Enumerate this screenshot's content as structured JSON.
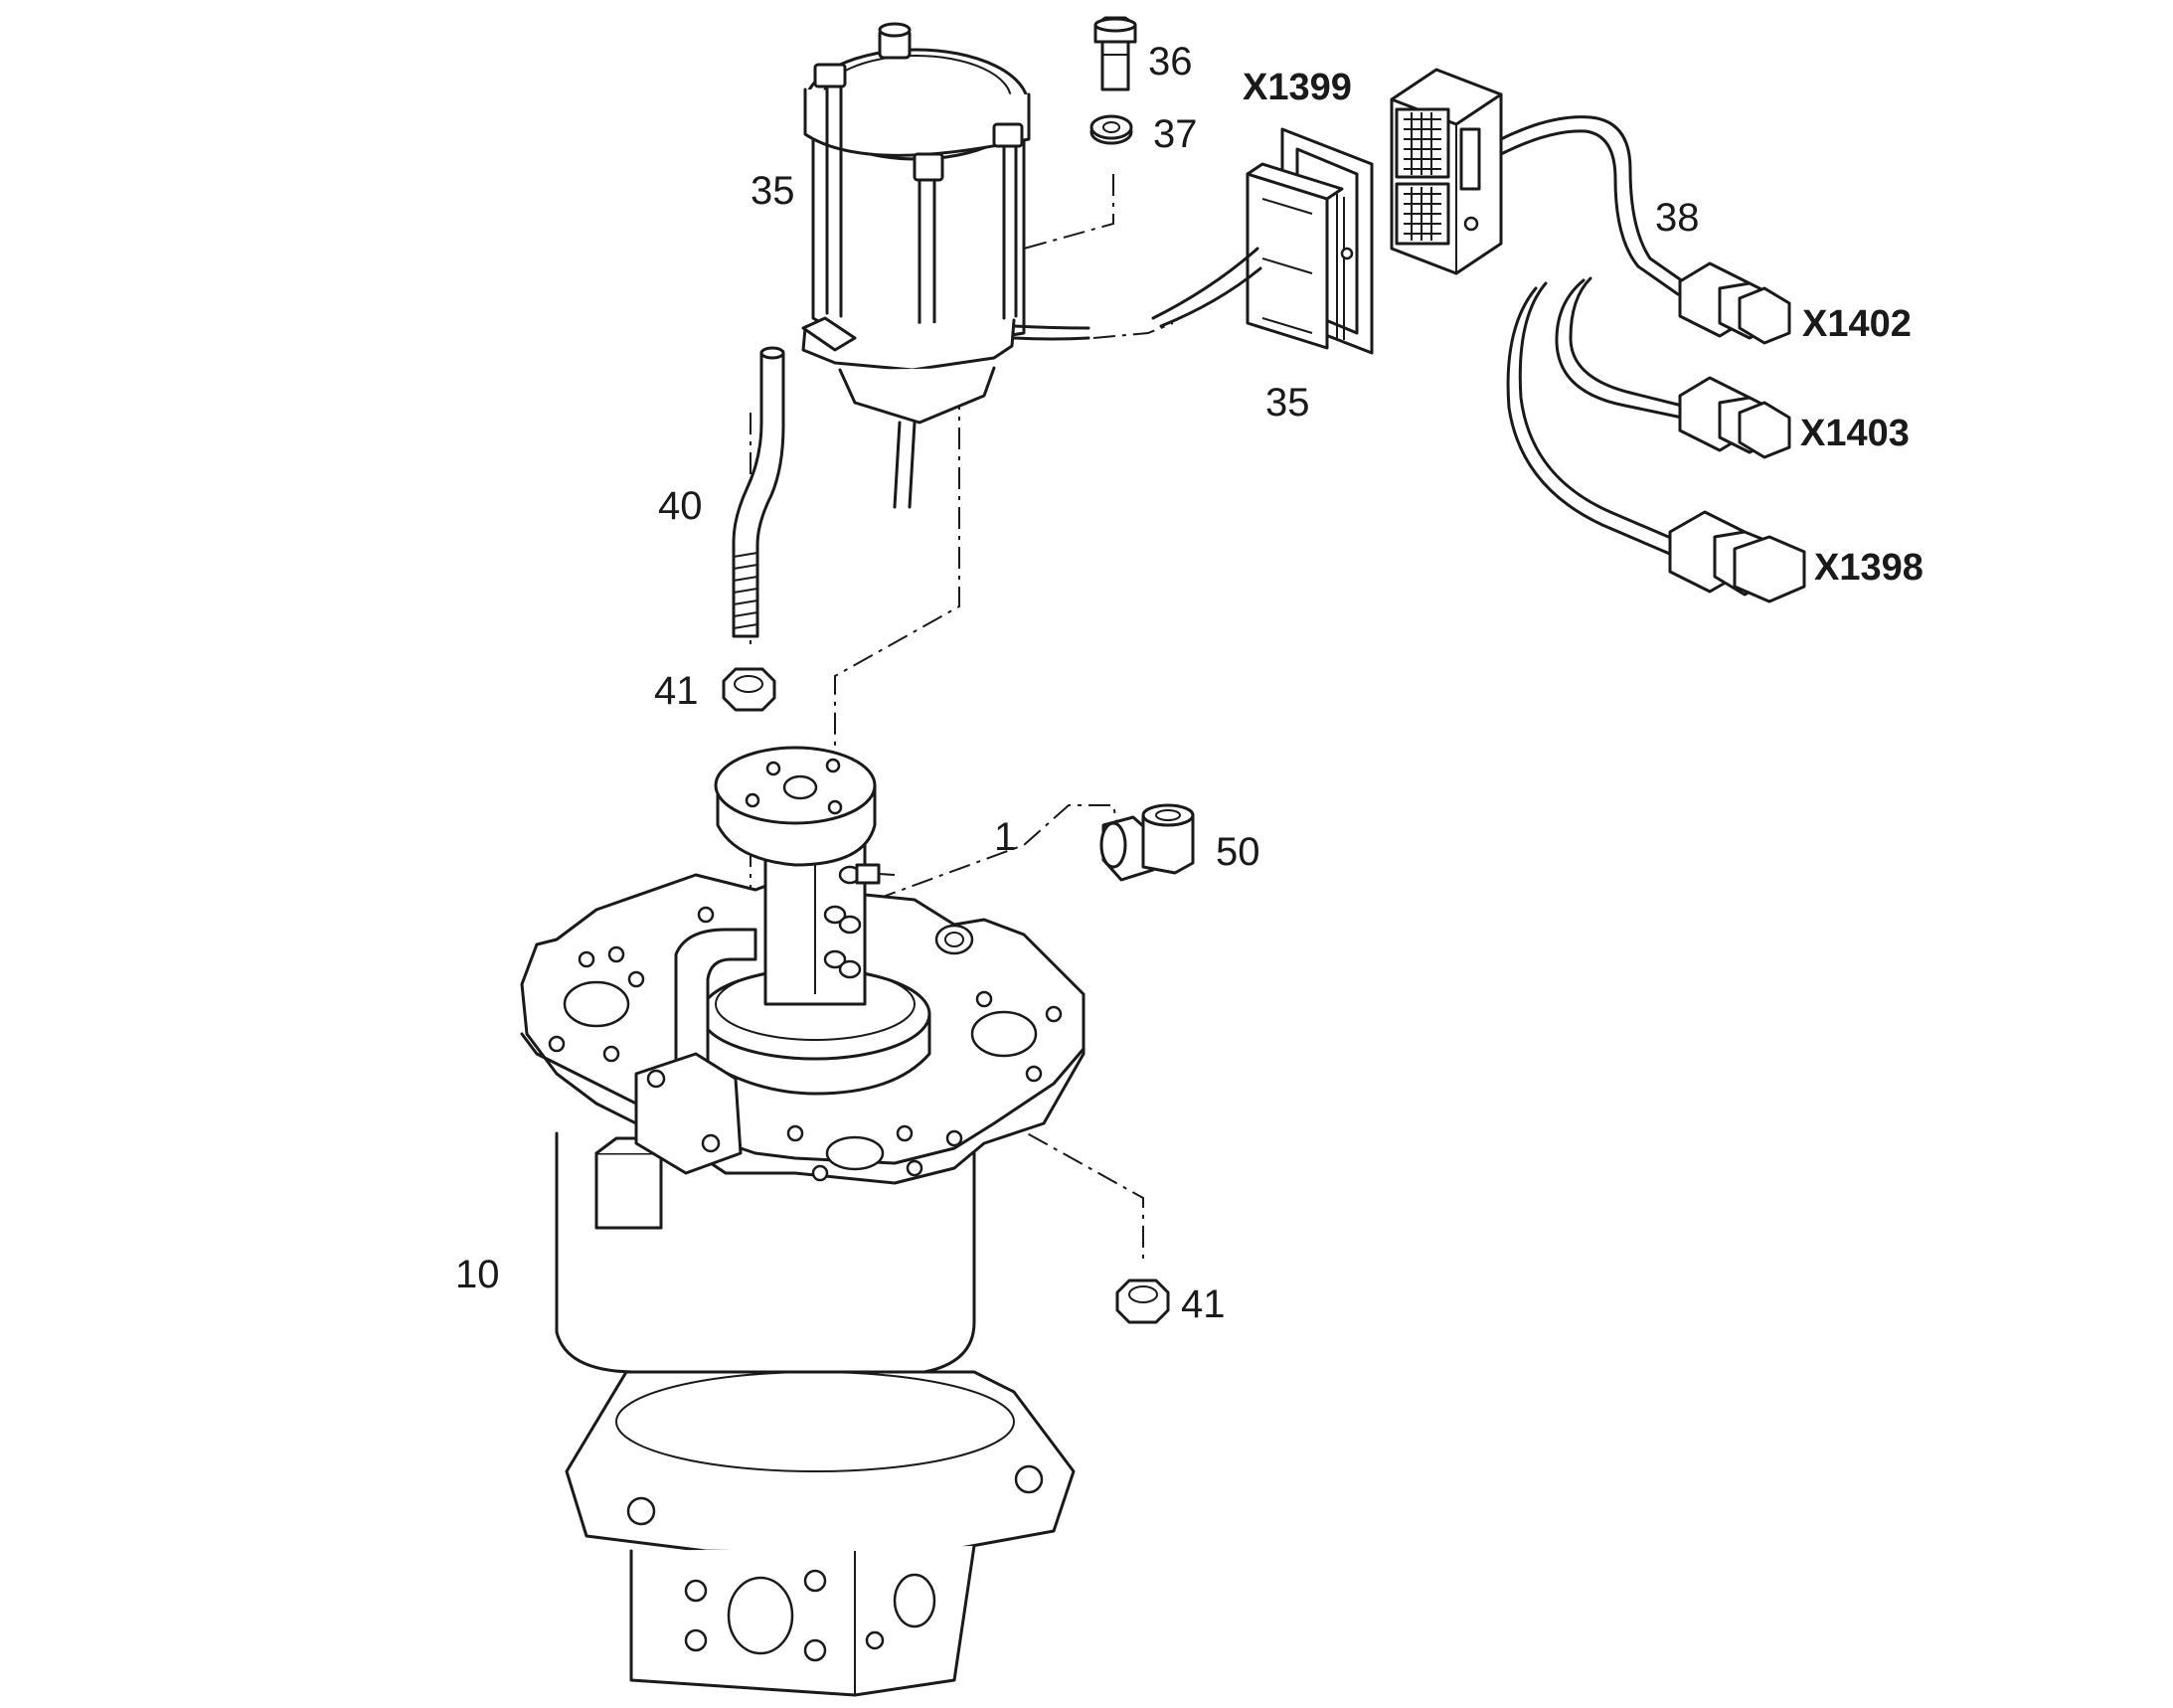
{
  "callouts": {
    "c1": "1",
    "c10": "10",
    "c35_actuator": "35",
    "c35_connector": "35",
    "c36": "36",
    "c37": "37",
    "c38": "38",
    "c40": "40",
    "c41_top": "41",
    "c41_bottom": "41",
    "c50": "50"
  },
  "connectors": {
    "x1399": "X1399",
    "x1402": "X1402",
    "x1403": "X1403",
    "x1398": "X1398"
  },
  "icons": {
    "actuator": "solenoid-actuator-icon",
    "bolt": "bolt-icon",
    "washer": "washer-icon",
    "rod": "threaded-rod-icon",
    "nut": "hex-nut-icon",
    "fitting": "elbow-fitting-icon",
    "harness": "wire-harness-icon",
    "swivel": "swivel-joint-icon"
  }
}
